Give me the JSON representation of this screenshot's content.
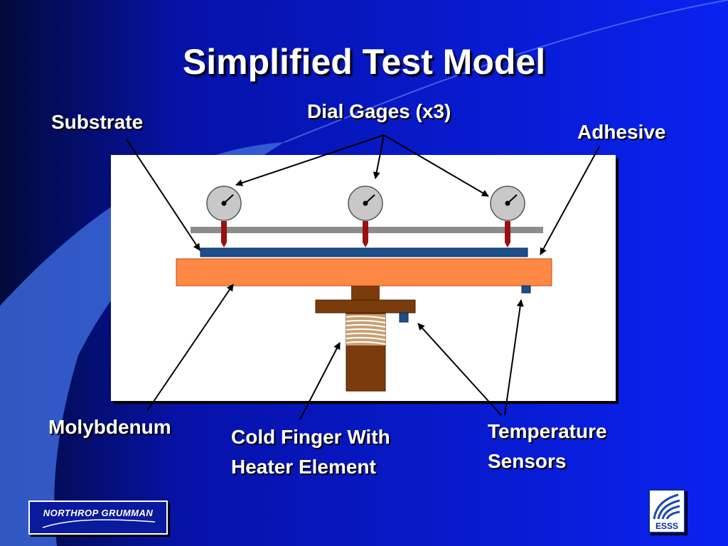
{
  "slide": {
    "title": "Simplified Test Model"
  },
  "labels": {
    "substrate": "Substrate",
    "dial_gages": "Dial Gages (x3)",
    "adhesive": "Adhesive",
    "molybdenum": "Molybdenum",
    "cold_finger_line1": "Cold Finger With",
    "cold_finger_line2": "Heater Element",
    "temp_sensors_line1": "Temperature",
    "temp_sensors_line2": "Sensors"
  },
  "logos": {
    "northrop": "NORTHROP GRUMMAN",
    "esss": "ESSS"
  },
  "colors": {
    "background_blue": "#0a1ef0",
    "background_dark": "#020a3a",
    "molybdenum": "#ff8844",
    "substrate": "#1c4e8a",
    "cold_finger": "#7a3c0c",
    "gage_face": "#c8c8c8",
    "gage_stem": "#9a1010",
    "beam": "#8c8c8c",
    "sensor": "#1c4e8a"
  },
  "icons": {
    "dial_gage": "dial-gage-icon",
    "esss": "esss-logo-icon"
  }
}
